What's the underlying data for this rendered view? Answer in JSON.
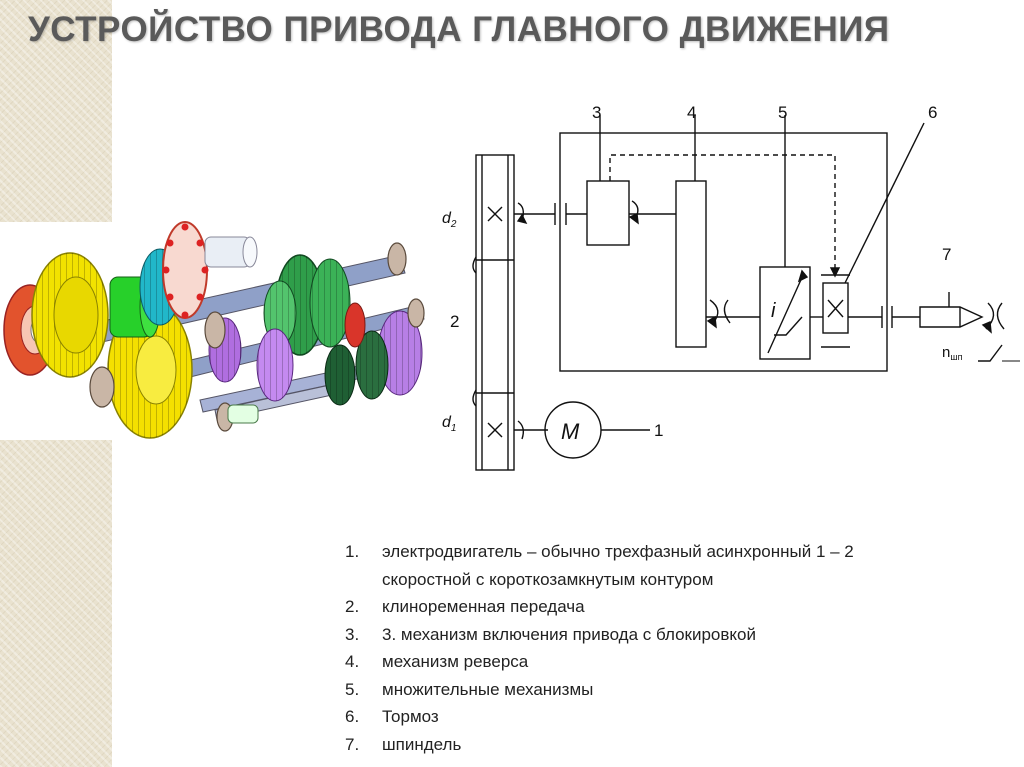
{
  "title": "УСТРОЙСТВО ПРИВОДА ГЛАВНОГО ДВИЖЕНИЯ",
  "schematic": {
    "callouts": [
      "3",
      "4",
      "5",
      "6",
      "7",
      "2",
      "1"
    ],
    "label_d2_base": "d",
    "label_d2_sub": "2",
    "label_d1_base": "d",
    "label_d1_sub": "1",
    "motor_label": "M",
    "ratio_label": "i",
    "spindle_speed_base": "n",
    "spindle_speed_sub": "шп"
  },
  "legend": [
    {
      "num": "1.",
      "lines": [
        "электродвигатель – обычно трехфазный асинхронный 1 – 2",
        "скоростной с короткозамкнутым контуром"
      ]
    },
    {
      "num": "2.",
      "lines": [
        "клиноременная передача"
      ]
    },
    {
      "num": "3.",
      "lines": [
        "3. механизм включения привода с блокировкой"
      ]
    },
    {
      "num": "4.",
      "lines": [
        "механизм реверса"
      ]
    },
    {
      "num": "5.",
      "lines": [
        "множительные механизмы"
      ]
    },
    {
      "num": "6.",
      "lines": [
        "Тормоз"
      ]
    },
    {
      "num": "7.",
      "lines": [
        "шпиндель"
      ]
    }
  ]
}
